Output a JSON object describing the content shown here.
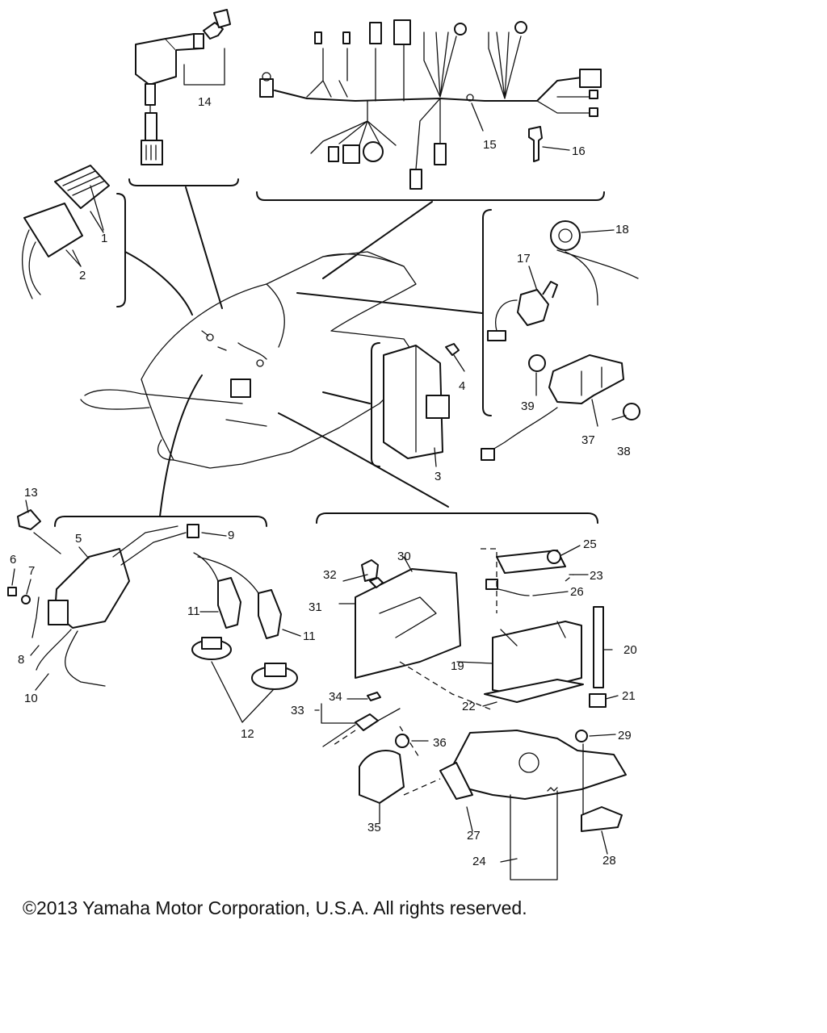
{
  "callouts": [
    {
      "id": "1",
      "label": "1"
    },
    {
      "id": "2",
      "label": "2"
    },
    {
      "id": "3",
      "label": "3"
    },
    {
      "id": "4",
      "label": "4"
    },
    {
      "id": "5",
      "label": "5"
    },
    {
      "id": "6",
      "label": "6"
    },
    {
      "id": "7",
      "label": "7"
    },
    {
      "id": "8",
      "label": "8"
    },
    {
      "id": "9",
      "label": "9"
    },
    {
      "id": "10",
      "label": "10"
    },
    {
      "id": "11a",
      "label": "11"
    },
    {
      "id": "11b",
      "label": "11"
    },
    {
      "id": "12",
      "label": "12"
    },
    {
      "id": "13",
      "label": "13"
    },
    {
      "id": "14",
      "label": "14"
    },
    {
      "id": "15",
      "label": "15"
    },
    {
      "id": "16",
      "label": "16"
    },
    {
      "id": "17",
      "label": "17"
    },
    {
      "id": "18",
      "label": "18"
    },
    {
      "id": "19",
      "label": "19"
    },
    {
      "id": "20",
      "label": "20"
    },
    {
      "id": "21",
      "label": "21"
    },
    {
      "id": "22",
      "label": "22"
    },
    {
      "id": "23",
      "label": "23"
    },
    {
      "id": "24",
      "label": "24"
    },
    {
      "id": "25",
      "label": "25"
    },
    {
      "id": "26",
      "label": "26"
    },
    {
      "id": "27",
      "label": "27"
    },
    {
      "id": "28",
      "label": "28"
    },
    {
      "id": "29",
      "label": "29"
    },
    {
      "id": "30",
      "label": "30"
    },
    {
      "id": "31",
      "label": "31"
    },
    {
      "id": "32",
      "label": "32"
    },
    {
      "id": "33",
      "label": "33"
    },
    {
      "id": "34",
      "label": "34"
    },
    {
      "id": "35",
      "label": "35"
    },
    {
      "id": "36",
      "label": "36"
    },
    {
      "id": "37",
      "label": "37"
    },
    {
      "id": "38",
      "label": "38"
    },
    {
      "id": "39",
      "label": "39"
    }
  ],
  "copyright": "©2013 Yamaha Motor Corporation, U.S.A. All rights reserved."
}
